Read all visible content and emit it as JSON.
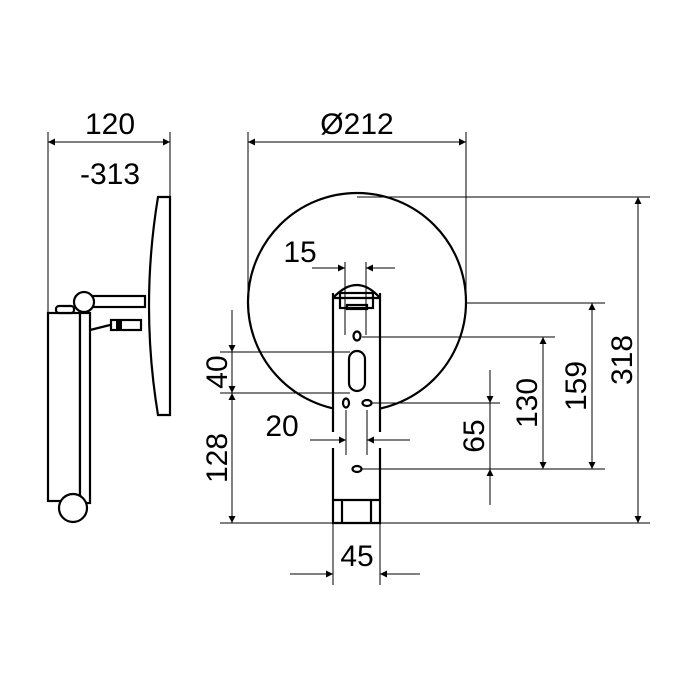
{
  "drawing": {
    "dimensions": {
      "depth": "120",
      "depth_range": "-313",
      "diameter": "Ø212",
      "total_height": "318",
      "h159": "159",
      "h130": "130",
      "h65": "65",
      "h40": "40",
      "h128": "128",
      "w15": "15",
      "w20": "20",
      "w45": "45"
    },
    "line_color": "#000000",
    "background": "#ffffff"
  }
}
